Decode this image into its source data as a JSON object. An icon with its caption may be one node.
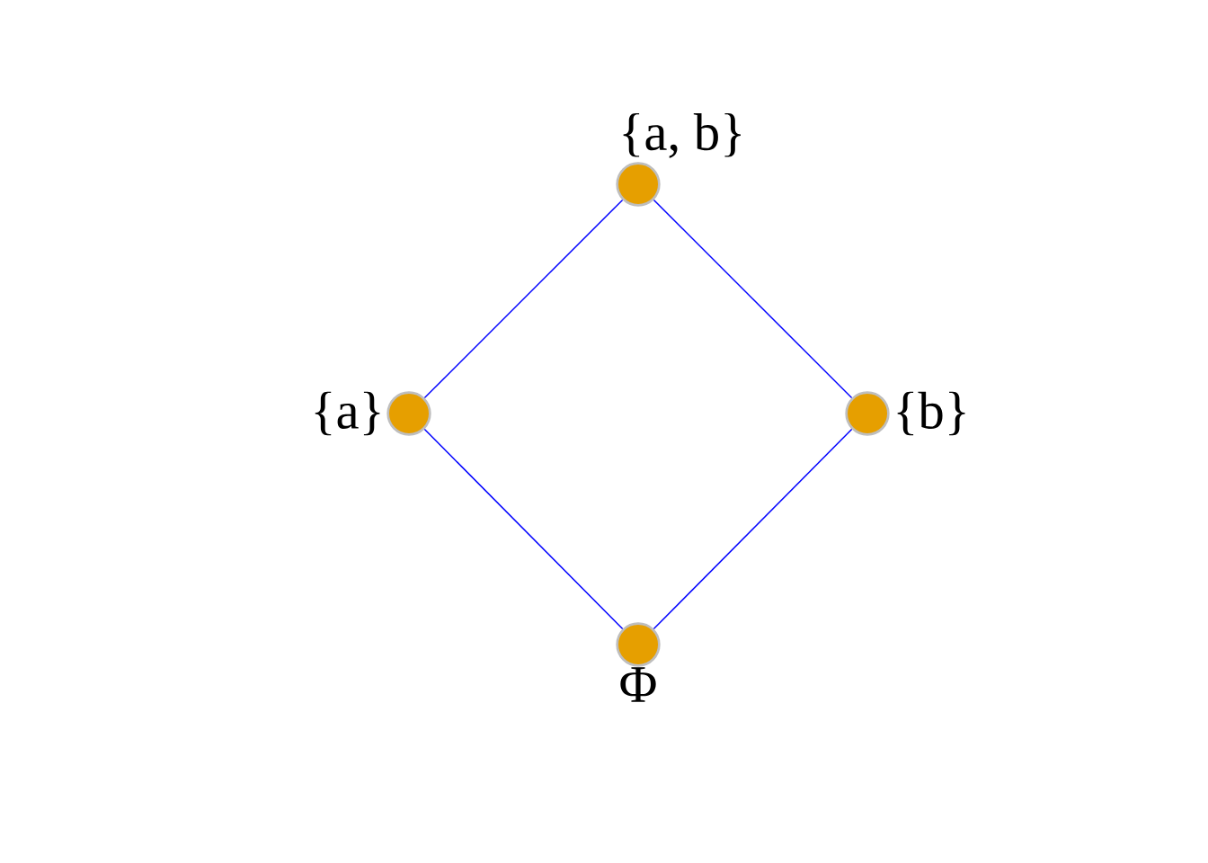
{
  "diagram": {
    "nodes": [
      {
        "text": [],
        "shape": "circle",
        "beside": [
          "{a, b}"
        ]
      },
      {
        "text": [],
        "shape": "circle",
        "beside": [
          "{a}"
        ]
      },
      {
        "text": [],
        "shape": "circle",
        "beside": [
          "{b}"
        ]
      },
      {
        "text": [],
        "shape": "circle",
        "beside": [
          "Φ"
        ]
      }
    ],
    "edges": [
      {
        "from": 0,
        "to": 1,
        "arrow": "none"
      },
      {
        "from": 0,
        "to": 2,
        "arrow": "none"
      },
      {
        "from": 1,
        "to": 3,
        "arrow": "none"
      },
      {
        "from": 2,
        "to": 3,
        "arrow": "none"
      }
    ]
  }
}
